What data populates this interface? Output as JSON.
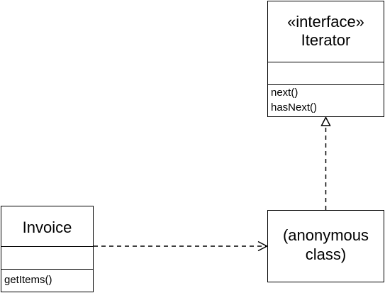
{
  "diagram": {
    "iterator": {
      "stereotype": "«interface»",
      "name": "Iterator",
      "operations": [
        "next()",
        "hasNext()"
      ]
    },
    "invoice": {
      "name": "Invoice",
      "operations": [
        "getItems()"
      ]
    },
    "anonymous": {
      "name_line1": "(anonymous",
      "name_line2": "class)"
    },
    "relationships": [
      {
        "type": "realization",
        "from": "anonymous",
        "to": "iterator"
      },
      {
        "type": "dependency",
        "from": "invoice",
        "to": "anonymous"
      }
    ]
  }
}
